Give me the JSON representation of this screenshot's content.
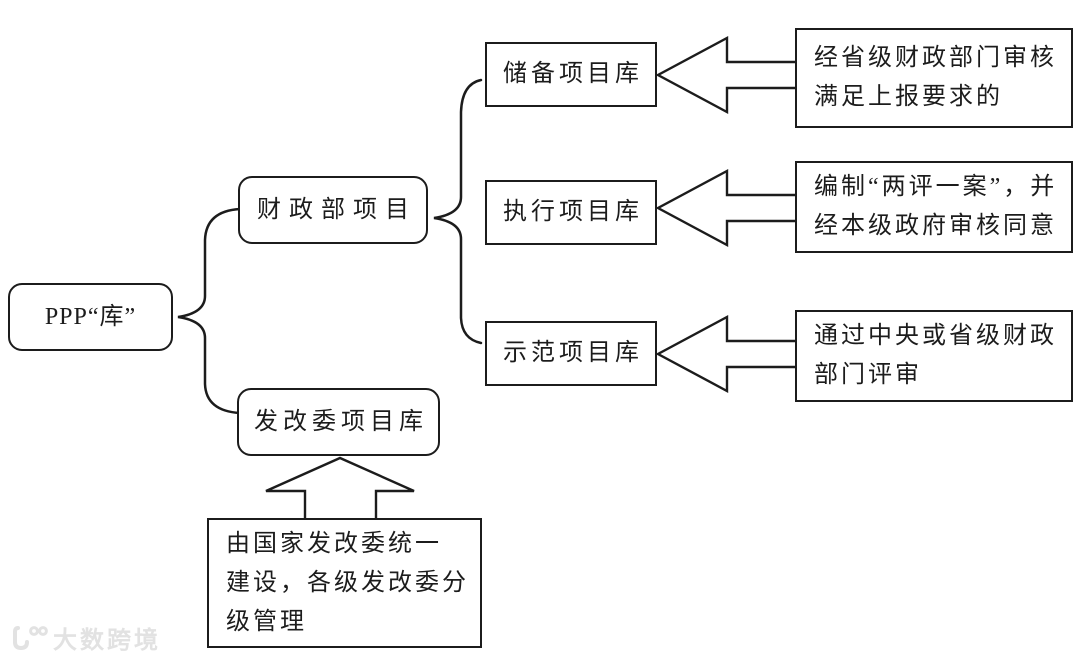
{
  "colors": {
    "background": "#ffffff",
    "line": "#1c1c1c",
    "box_fill": "#ffffff",
    "watermark": "#e2e2e2"
  },
  "diagram": {
    "root_label": "PPP“库”",
    "finance_branch_label": "财政部项目",
    "ndrc_branch_label": "发改委项目库",
    "libraries": [
      {
        "label": "储备项目库",
        "note": [
          "经省级财政部门审核",
          "满足上报要求的"
        ]
      },
      {
        "label": "执行项目库",
        "note": [
          "编制“两评一案”，并",
          "经本级政府审核同意"
        ]
      },
      {
        "label": "示范项目库",
        "note": [
          "通过中央或省级财政",
          "部门评审"
        ]
      }
    ],
    "ndrc_note": [
      "由国家发改委统一",
      "建设，各级发改委分",
      "级管理"
    ]
  },
  "watermark": {
    "brand": "大数跨境"
  }
}
